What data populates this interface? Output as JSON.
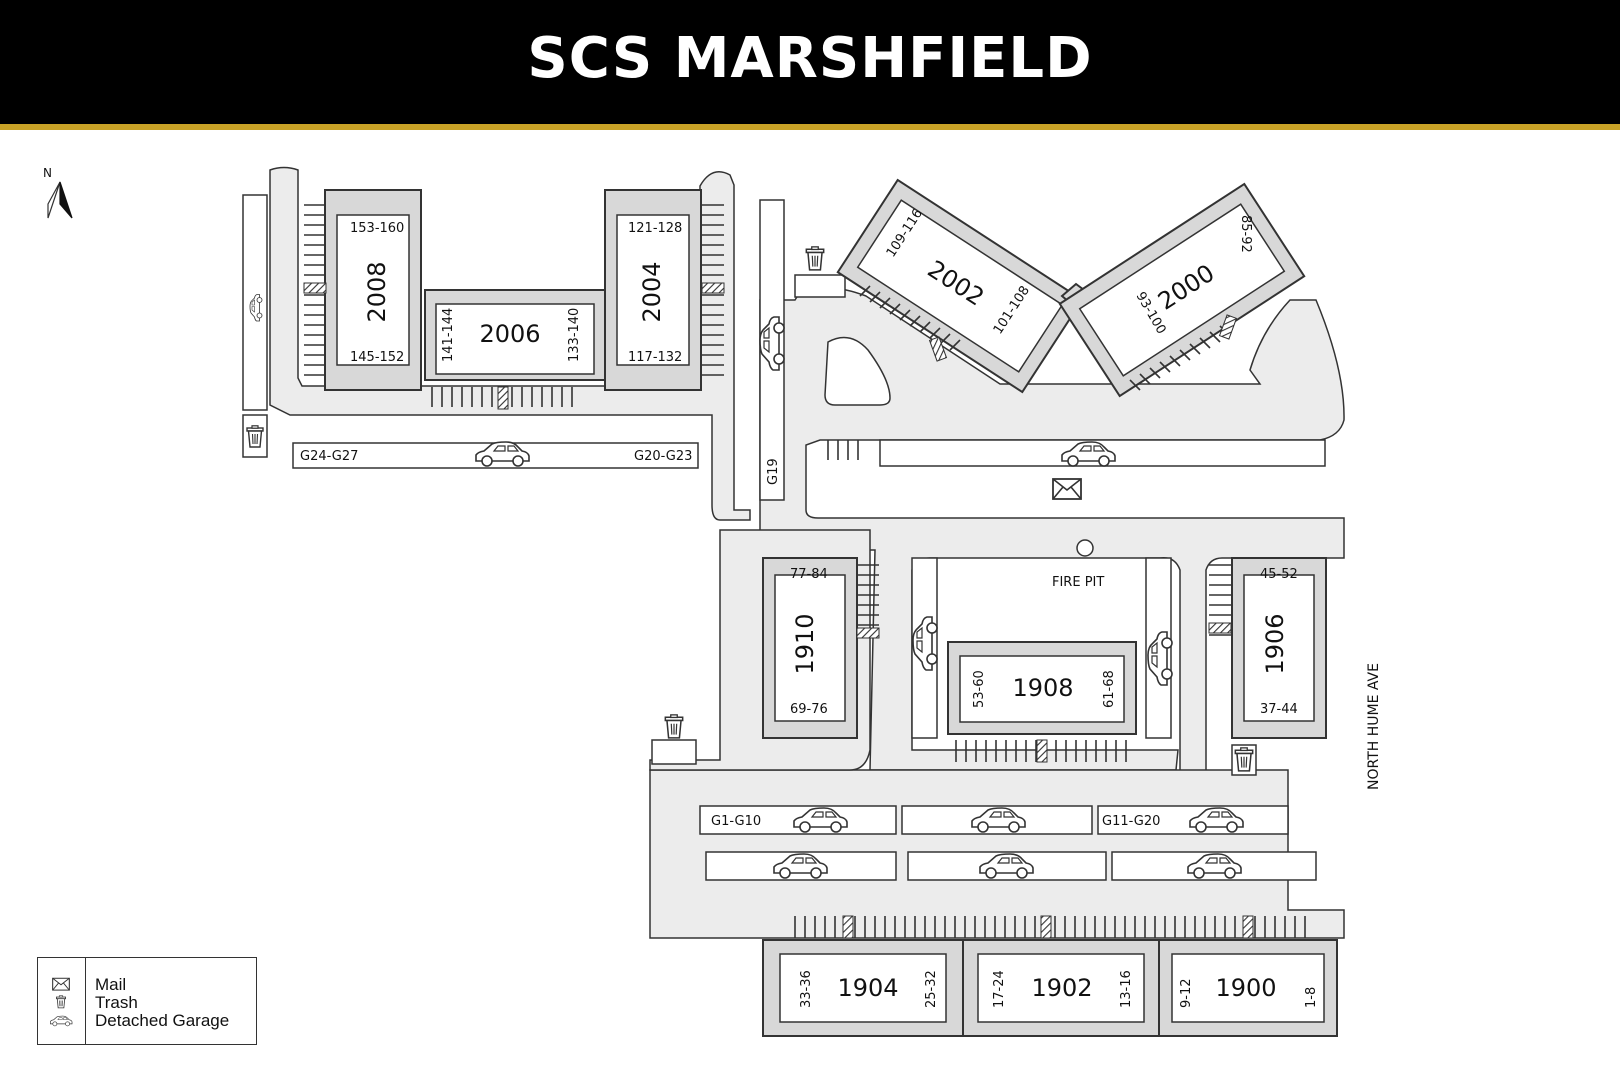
{
  "title": "SCS MARSHFIELD",
  "north_label": "N",
  "street_label": "NORTH HUME AVE",
  "fire_pit_label": "FIRE PIT",
  "buildings": {
    "b2008": {
      "number": "2008",
      "units_top": "153-160",
      "units_bottom": "145-152"
    },
    "b2006": {
      "number": "2006",
      "units_left": "141-144",
      "units_right": "133-140"
    },
    "b2004": {
      "number": "2004",
      "units_top": "121-128",
      "units_bottom": "117-132"
    },
    "b2002": {
      "number": "2002",
      "units_a": "109-116",
      "units_b": "101-108"
    },
    "b2000": {
      "number": "2000",
      "units_a": "85-92",
      "units_b": "93-100"
    },
    "b1910": {
      "number": "1910",
      "units_top": "77-84",
      "units_bottom": "69-76"
    },
    "b1908": {
      "number": "1908",
      "units_left": "53-60",
      "units_right": "61-68"
    },
    "b1906": {
      "number": "1906",
      "units_top": "45-52",
      "units_bottom": "37-44"
    },
    "b1904": {
      "number": "1904",
      "units_left": "33-36",
      "units_right": "25-32"
    },
    "b1902": {
      "number": "1902",
      "units_left": "17-24",
      "units_right": "13-16"
    },
    "b1900": {
      "number": "1900",
      "units_left": "9-12",
      "units_right": "1-8"
    }
  },
  "garages": {
    "g24_g27": "G24-G27",
    "g20_g23": "G20-G23",
    "g19": "G19",
    "g1_g10": "G1-G10",
    "g11_g20": "G11-G20"
  },
  "legend": {
    "mail": {
      "label": "Mail",
      "icon": "mail-icon"
    },
    "trash": {
      "label": "Trash",
      "icon": "trash-icon"
    },
    "garage": {
      "label": "Detached Garage",
      "icon": "car-icon"
    }
  },
  "colors": {
    "header_bg": "#000000",
    "accent_rule": "#c9a227",
    "pavement": "#ececec",
    "building_wall": "#d8d8d8"
  }
}
